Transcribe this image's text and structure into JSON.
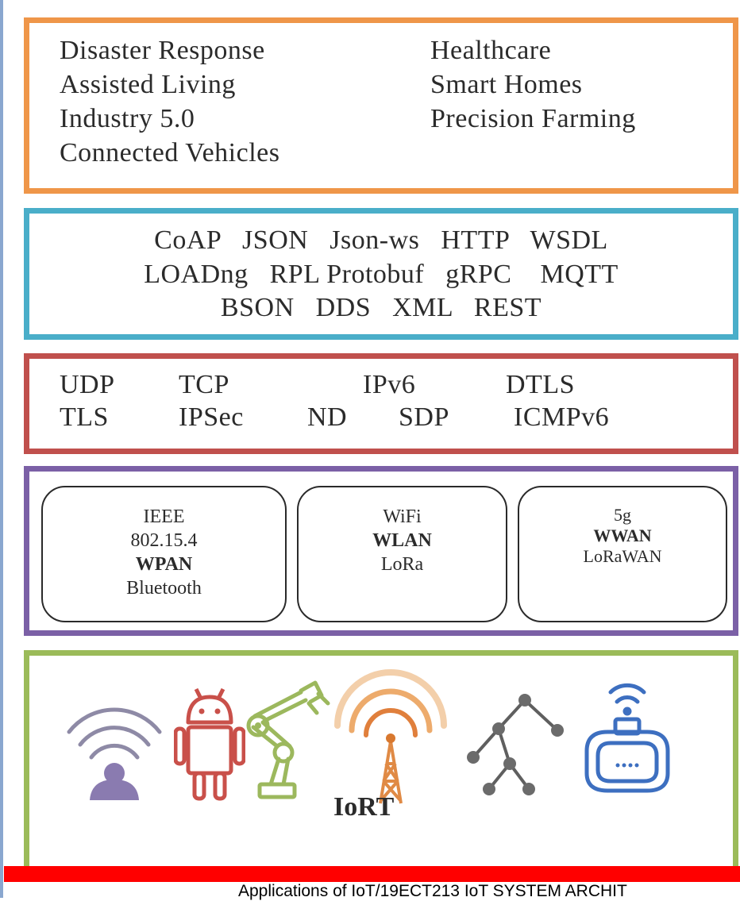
{
  "applications": [
    "Disaster Response",
    "Healthcare",
    "Assisted Living",
    "Smart Homes",
    "Industry 5.0",
    "Precision Farming",
    "Connected Vehicles"
  ],
  "protocols": {
    "line1": "CoAP   JSON   Json-ws   HTTP   WSDL",
    "line2": "LOADng   RPL Protobuf   gRPC    MQTT",
    "line3": "BSON   DDS   XML   REST"
  },
  "network": [
    "UDP",
    "TCP",
    "IPv6",
    "DTLS",
    "TLS",
    "IPSec",
    "ND",
    "SDP",
    "ICMPv6"
  ],
  "technologies": {
    "wpan": [
      "IEEE",
      "802.15.4",
      "WPAN",
      "Bluetooth"
    ],
    "wlan": [
      "WiFi",
      "WLAN",
      "LoRa"
    ],
    "wwan": [
      "5g",
      "WWAN",
      "LoRaWAN"
    ]
  },
  "iort_label": "IoRT",
  "icons": [
    "wireless-person-icon",
    "android-robot-icon",
    "robotic-arm-icon",
    "radio-tower-icon",
    "tree-network-icon",
    "wifi-router-icon"
  ],
  "colors": {
    "applications_border": "#ef9649",
    "protocols_border": "#4aaec9",
    "network_border": "#c0504d",
    "technologies_border": "#7b60a6",
    "iort_border": "#9bbb59",
    "footer_bar": "#ff0000"
  },
  "footer_text": "Applications of IoT/19ECT213 IoT SYSTEM ARCHIT"
}
